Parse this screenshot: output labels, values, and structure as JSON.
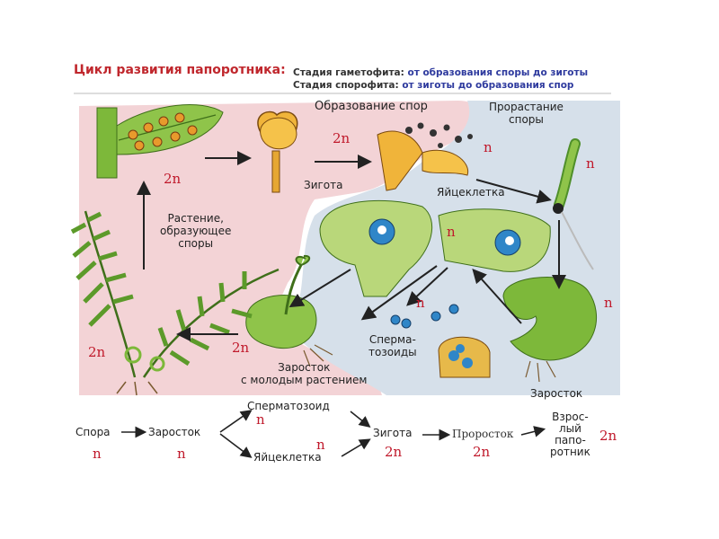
{
  "header": {
    "title": "Цикл развития папоротника:",
    "gametophyte_key": "Стадия гаметофита:",
    "gametophyte_value": "от образования споры до зиготы",
    "sporophyte_key": "Стадия спорофита:",
    "sporophyte_value": "от зиготы   до образования спор"
  },
  "labels": {
    "spore_formation": "Образование спор",
    "spore_germination_1": "Прорастание",
    "spore_germination_2": "споры",
    "zygote": "Зигота",
    "egg_cell": "Яйцеклетка",
    "plant_1": "Растение,",
    "plant_2": "образующее",
    "plant_3": "споры",
    "sperm_1": "Сперма-",
    "sperm_2": "тозоиды",
    "prothallus_young_1": "Заросток",
    "prothallus_young_2": "с молодым растением",
    "prothallus": "Заросток"
  },
  "ploidy": {
    "p_2n_spores": "2n",
    "p_2n_leaf": "2n",
    "p_n_germ": "n",
    "p_n_filament": "n",
    "p_n_egg": "n",
    "p_n_sperm": "n",
    "p_n_prothallus": "n",
    "p_2n_fern": "2n",
    "p_2n_young": "2n"
  },
  "flow": {
    "spore": "Спора",
    "prothallus": "Заросток",
    "sperm": "Сперматозоид",
    "egg": "Яйцеклетка",
    "zygote": "Зигота",
    "sprout": "Проросток",
    "adult_1": "Взрос-",
    "adult_2": "лый",
    "adult_3": "папо-",
    "adult_4": "ротник",
    "n_spore": "n",
    "n_prothallus": "n",
    "n_sperm": "n",
    "n_egg": "n",
    "n2_zygote": "2n",
    "n2_sprout": "2n",
    "n2_adult": "2n"
  },
  "colors": {
    "title": "#c0272d",
    "stage_value": "#2e3a9e",
    "ploidy": "#c0192b",
    "sporophyte_bg": "#f3d3d6",
    "gametophyte_bg": "#d6e0ea",
    "leaf_green": "#7db83a",
    "sorus_orange": "#e89a2c",
    "nucleus_blue": "#2f86c8"
  }
}
